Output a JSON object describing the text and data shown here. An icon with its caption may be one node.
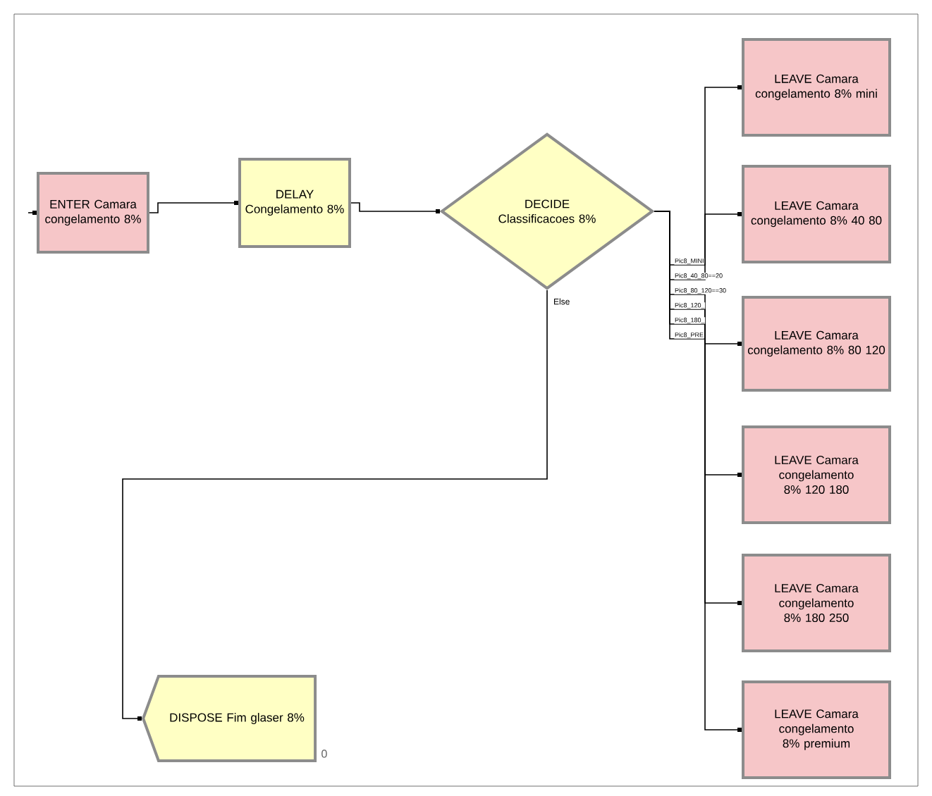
{
  "diagram": {
    "nodes": [
      {
        "text": [
          "ENTER Camara congelamento 8%"
        ]
      },
      {
        "text": [
          "DELAY Congelamento 8%"
        ]
      },
      {
        "text": [
          "DECIDE Classificacoes 8%"
        ]
      },
      {
        "text": [
          "LEAVE Camara congelamento 8% mini"
        ]
      },
      {
        "text": [
          "LEAVE Camara congelamento 8% 40 80"
        ]
      },
      {
        "text": [
          "LEAVE Camara congelamento 8% 80 120"
        ]
      },
      {
        "text": [
          "LEAVE Camara congelamento 8% 120 180"
        ]
      },
      {
        "text": [
          "LEAVE Camara congelamento 8% 180 250"
        ]
      },
      {
        "text": [
          "LEAVE Camara congelamento 8% premium"
        ]
      },
      {
        "text": [
          "DISPOSE Fim glaser 8%"
        ],
        "beside": [
          "0"
        ]
      }
    ],
    "edges": [
      {
        "from": null,
        "to": 0,
        "arrow": "other"
      },
      {
        "from": 0,
        "to": 1,
        "arrow": "other"
      },
      {
        "from": 1,
        "to": 2,
        "arrow": "other"
      },
      {
        "from": 2,
        "to": 3,
        "arrow": "other",
        "label": "Pic8_MINI"
      },
      {
        "from": 2,
        "to": 4,
        "arrow": "other",
        "label": "Pic8_40_80==20"
      },
      {
        "from": 2,
        "to": 5,
        "arrow": "other",
        "label": "Pic8_80_120==30"
      },
      {
        "from": 2,
        "to": 6,
        "arrow": "other",
        "label": "Pic8_120_"
      },
      {
        "from": 2,
        "to": 7,
        "arrow": "other",
        "label": "Pic8_180_"
      },
      {
        "from": 2,
        "to": 8,
        "arrow": "other",
        "label": "Pic8_PRE"
      },
      {
        "from": 2,
        "to": 9,
        "arrow": "other",
        "label": "Else"
      }
    ]
  }
}
